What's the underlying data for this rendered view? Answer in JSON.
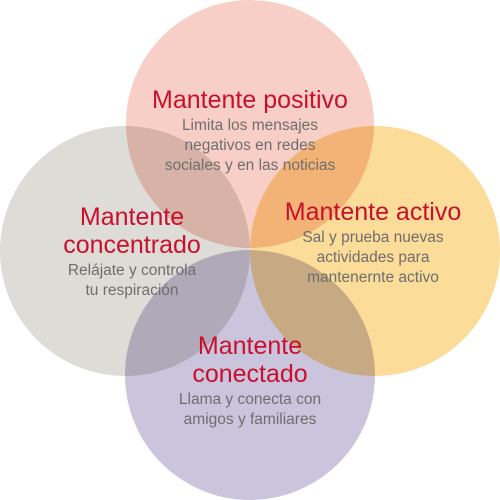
{
  "colors": {
    "top_circle": "#f7cfc6",
    "left_circle": "#dedcd6",
    "right_circle": "#fbdc98",
    "bottom_circle": "#cac5dc",
    "title_text": "#c8102e",
    "body_text": "#6e6e6e"
  },
  "blocks": {
    "top": {
      "title": [
        "Mantente positivo"
      ],
      "desc": [
        "Limita los mensajes",
        "negativos en redes",
        "sociales y en las noticias"
      ]
    },
    "left": {
      "title": [
        "Mantente",
        "concentrado"
      ],
      "desc": [
        "Relájate y controla",
        "tu respiración"
      ]
    },
    "right": {
      "title": [
        "Mantente activo"
      ],
      "desc": [
        "Sal y prueba nuevas",
        "actividades para",
        "mantenernte activo"
      ]
    },
    "bottom": {
      "title": [
        "Mantente",
        "conectado"
      ],
      "desc": [
        "Llama y conecta con",
        "amigos y familiares"
      ]
    }
  }
}
